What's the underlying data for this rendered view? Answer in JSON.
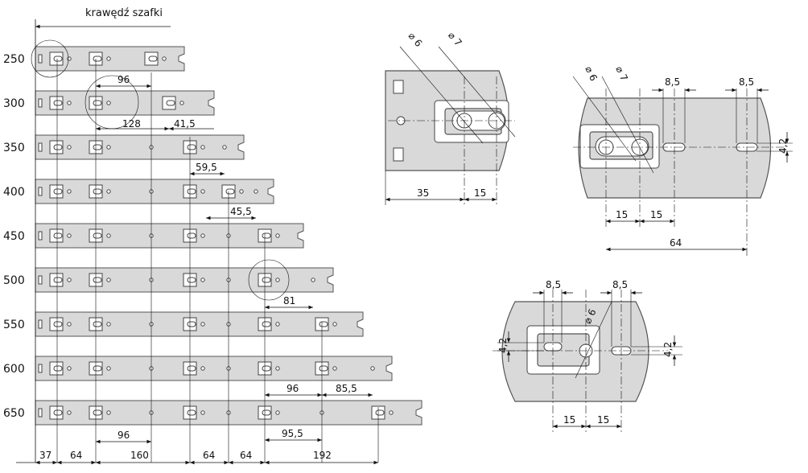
{
  "header": {
    "cabinet_edge_label": "krawędź szafki"
  },
  "rails": {
    "lengths": [
      "250",
      "300",
      "350",
      "400",
      "450",
      "500",
      "550",
      "600",
      "650"
    ]
  },
  "rail_dims": {
    "d96_top": "96",
    "d128": "128",
    "d41_5": "41,5",
    "d59_5": "59,5",
    "d45_5": "45,5",
    "d81": "81",
    "d96_600": "96",
    "d85_5": "85,5",
    "d96_bottom": "96",
    "d95_5": "95,5"
  },
  "bottom_dims": [
    "37",
    "64",
    "160",
    "64",
    "64",
    "192"
  ],
  "detail_a": {
    "dia6": "⌀ 6",
    "dia7": "⌀ 7",
    "d35": "35",
    "d15": "15"
  },
  "detail_b": {
    "dia6": "⌀ 6",
    "dia7": "⌀ 7",
    "w8_5a": "8,5",
    "w8_5b": "8,5",
    "h4_2": "4,2",
    "d15a": "15",
    "d15b": "15",
    "d64": "64"
  },
  "detail_c": {
    "w8_5a": "8,5",
    "w8_5b": "8,5",
    "dia6": "⌀ 6",
    "h4_2a": "4,2",
    "h4_2b": "4,2",
    "d15a": "15",
    "d15b": "15"
  }
}
